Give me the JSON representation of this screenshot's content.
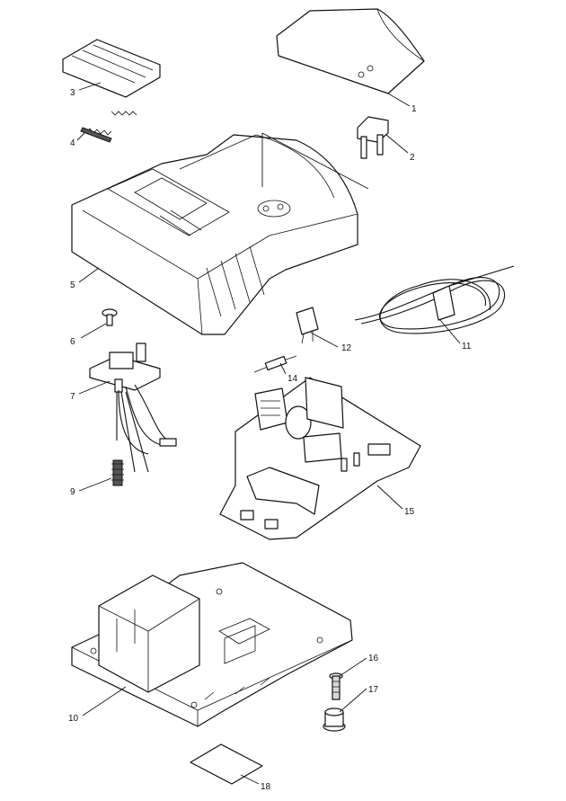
{
  "parts": [
    {
      "number": "1"
    },
    {
      "number": "2"
    },
    {
      "number": "3"
    },
    {
      "number": "4"
    },
    {
      "number": "5"
    },
    {
      "number": "6"
    },
    {
      "number": "7"
    },
    {
      "number": "9"
    },
    {
      "number": "10"
    },
    {
      "number": "11"
    },
    {
      "number": "12"
    },
    {
      "number": "14"
    },
    {
      "number": "15"
    },
    {
      "number": "16"
    },
    {
      "number": "17"
    },
    {
      "number": "18"
    }
  ]
}
